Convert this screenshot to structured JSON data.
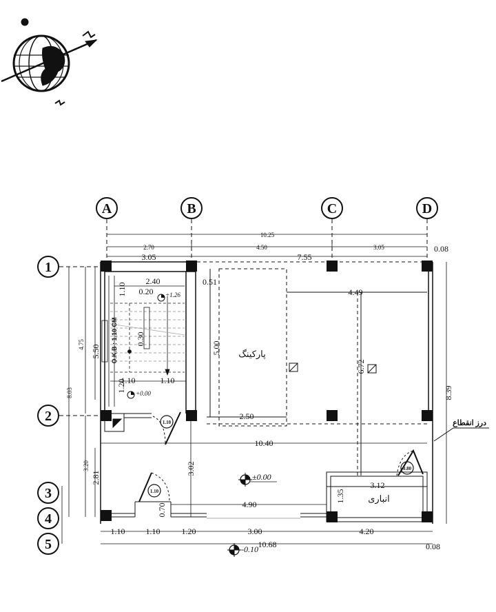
{
  "grid": {
    "columns": [
      "A",
      "B",
      "C",
      "D"
    ],
    "rows": [
      "1",
      "2",
      "3",
      "4",
      "5"
    ]
  },
  "dimensions": {
    "top_total": "10.25",
    "top_ab": "2.70",
    "top_bc": "4.50",
    "top_cd": "3.05",
    "top_right_offset": "0.08",
    "row1_left": "3.05",
    "row1_right": "7.55",
    "stair_width": "2.40",
    "stair_gap": "0.20",
    "stair_riser": "1.10",
    "stair_mid": "0.30",
    "stair_landing": "1.20",
    "stair_bottom_left": "1.10",
    "stair_bottom_right": "1.10",
    "wall_offset": "0.51",
    "parking_height": "5.00",
    "parking_width": "2.50",
    "span_right": "4.49",
    "vertical_mid": "6.72",
    "total_height": "8.39",
    "left_475": "4.75",
    "left_550": "5.50",
    "left_803": "8.03",
    "left_320": "3.20",
    "left_281": "2.81",
    "mid_width": "10.40",
    "storage_width": "3.12",
    "storage_height": "1.35",
    "bottom_490": "4.90",
    "entry_height": "3.02",
    "door_sill": "0.70",
    "bottom_seg1": "1.10",
    "bottom_seg2": "1.10",
    "bottom_seg3": "1.20",
    "bottom_seg4": "3.00",
    "bottom_seg5": "4.20",
    "bottom_total": "10.68",
    "bottom_right_offset": "0.08"
  },
  "levels": {
    "stair_top": "+1.26",
    "stair_bottom": "+0.00",
    "floor": "±0.00",
    "outside": "-0.10"
  },
  "labels": {
    "okb": "O.K.B : 1.10 CM",
    "parking": "پارکینگ",
    "storage": "انباری",
    "expansion_joint": "درز انقطاع",
    "door_110_a": "1.10",
    "door_110_b": "1.10",
    "door_080": "0.80"
  },
  "colors": {
    "line": "#111111",
    "background": "#ffffff"
  },
  "icons": {
    "north": "globe-north-arrow-icon"
  }
}
